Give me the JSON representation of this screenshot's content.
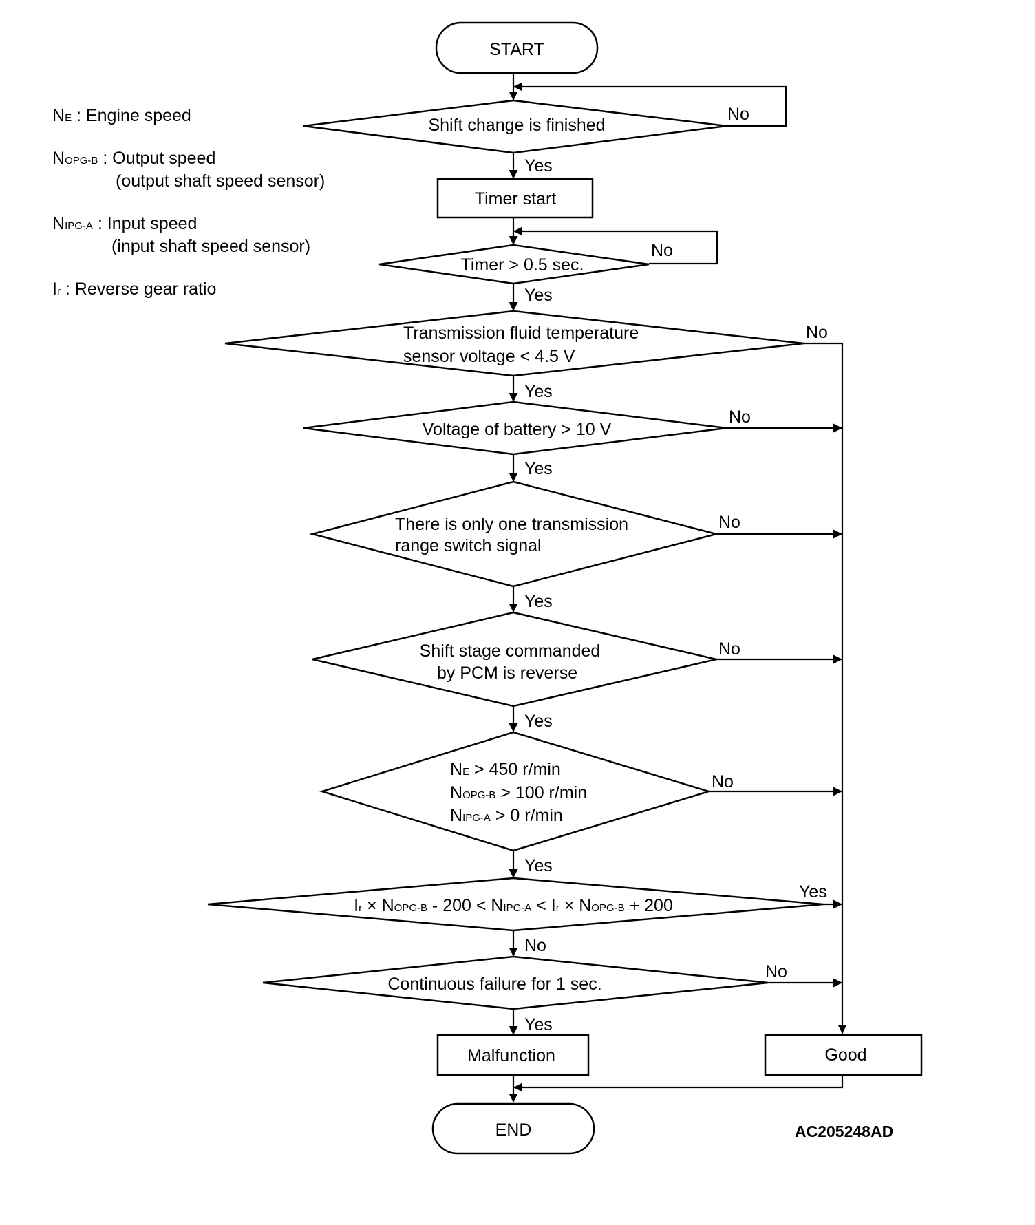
{
  "legend": {
    "ne_sym": "N",
    "ne_sub": "E",
    "ne_desc": " : Engine speed",
    "nopg_sym": "N",
    "nopg_sub": "OPG-B",
    "nopg_desc": " : Output speed",
    "nopg_desc2": "(output shaft speed sensor)",
    "nipg_sym": "N",
    "nipg_sub": "IPG-A",
    "nipg_desc": " : Input speed",
    "nipg_desc2": "(input shaft speed sensor)",
    "ir_sym": "I",
    "ir_sub": "r",
    "ir_desc": " : Reverse gear ratio"
  },
  "nodes": {
    "start": "START",
    "shift_finished": "Shift change is finished",
    "timer_start": "Timer start",
    "timer_gt": "Timer > 0.5 sec.",
    "fluid_temp_l1": "Transmission fluid temperature",
    "fluid_temp_l2": "sensor voltage < 4.5 V",
    "battery": "Voltage of battery > 10 V",
    "range_switch_l1": "There is only one transmission",
    "range_switch_l2": "range switch signal",
    "shift_stage_l1": "Shift stage commanded",
    "shift_stage_l2": "by PCM is reverse",
    "speed_ne": "N",
    "speed_ne_sub": "E",
    "speed_ne_val": " > 450 r/min",
    "speed_nopg": "N",
    "speed_nopg_sub": "OPG-B",
    "speed_nopg_val": " > 100 r/min",
    "speed_nipg": "N",
    "speed_nipg_sub": "IPG-A",
    "speed_nipg_val": " > 0 r/min",
    "ratio": {
      "i1": "I",
      "r1": "r",
      "x1": " × N",
      "opg1": "OPG-B",
      "m1": " - 200 < N",
      "ipg": "IPG-A",
      "m2": " < I",
      "r2": "r",
      "x2": " × N",
      "opg2": "OPG-B",
      "end": " + 200"
    },
    "continuous": "Continuous failure for 1 sec.",
    "malfunction": "Malfunction",
    "good": "Good",
    "end": "END"
  },
  "labels": {
    "yes": "Yes",
    "no": "No"
  },
  "figure_code": "AC205248AD"
}
